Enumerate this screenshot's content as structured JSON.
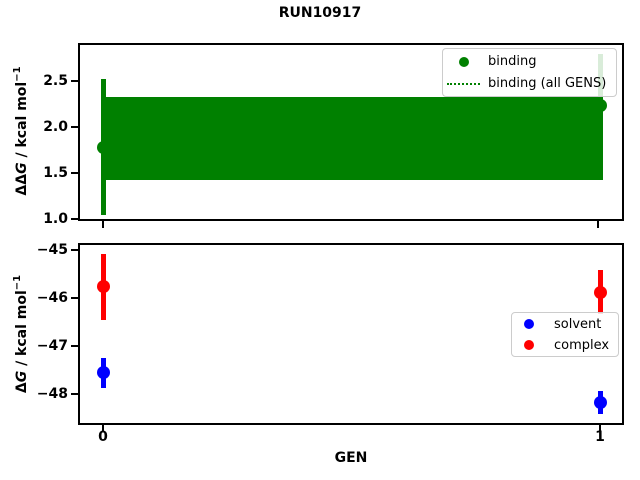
{
  "title": "RUN10917",
  "colors": {
    "binding": "#008000",
    "solvent": "#0000ff",
    "complex": "#ff0000",
    "axis": "#000000",
    "legend_border": "#cccccc"
  },
  "top_plot": {
    "ylabel": "ΔΔG / kcal mol⁻¹",
    "ylabel_delta": "ΔΔ",
    "ylabel_g": "G",
    "ylabel_mid": " / kcal mol",
    "ylabel_sup": "−1",
    "yticks": [
      "2.5",
      "2.0",
      "1.5",
      "1.0"
    ],
    "legend": [
      {
        "label": "binding",
        "marker": "dot"
      },
      {
        "label": "binding (all GENS)",
        "marker": "dotted-line"
      }
    ]
  },
  "bottom_plot": {
    "ylabel": "ΔG / kcal mol⁻¹",
    "ylabel_delta": "Δ",
    "ylabel_g": "G",
    "ylabel_mid": " / kcal mol",
    "ylabel_sup": "−1",
    "xlabel": "GEN",
    "yticks": [
      "−45",
      "−46",
      "−47",
      "−48"
    ],
    "xticks": [
      "0",
      "1"
    ],
    "legend": [
      {
        "label": "solvent",
        "marker": "dot"
      },
      {
        "label": "complex",
        "marker": "dot"
      }
    ]
  },
  "chart_data": [
    {
      "type": "scatter",
      "title": "RUN10917",
      "x": [
        0,
        1
      ],
      "series": [
        {
          "name": "binding",
          "color": "#008000",
          "values": [
            1.78,
            2.23
          ],
          "yerr": [
            0.74,
            0.56
          ]
        }
      ],
      "band": {
        "name": "binding (all GENS)",
        "color": "#008000",
        "mean": 1.87,
        "low": 1.42,
        "high": 2.33,
        "style": "dotted center line with opaque filled error band from x=0 to x=1"
      },
      "ylabel": "ΔΔG / kcal mol⁻¹",
      "yticks": [
        1.0,
        1.5,
        2.0,
        2.5
      ],
      "ylim": [
        1.0,
        2.9
      ],
      "xlim": [
        -0.05,
        1.05
      ],
      "grid": false,
      "legend_position": "upper right"
    },
    {
      "type": "scatter",
      "x": [
        0,
        1
      ],
      "series": [
        {
          "name": "solvent",
          "color": "#0000ff",
          "values": [
            -47.56,
            -48.17
          ],
          "yerr": [
            0.31,
            0.24
          ]
        },
        {
          "name": "complex",
          "color": "#ff0000",
          "values": [
            -45.77,
            -45.88
          ],
          "yerr": [
            0.68,
            0.46
          ]
        }
      ],
      "xlabel": "GEN",
      "ylabel": "ΔG / kcal mol⁻¹",
      "yticks": [
        -45,
        -46,
        -47,
        -48
      ],
      "xticks": [
        0,
        1
      ],
      "ylim": [
        -48.6,
        -44.85
      ],
      "xlim": [
        -0.05,
        1.05
      ],
      "grid": false,
      "legend_position": "center right"
    }
  ]
}
